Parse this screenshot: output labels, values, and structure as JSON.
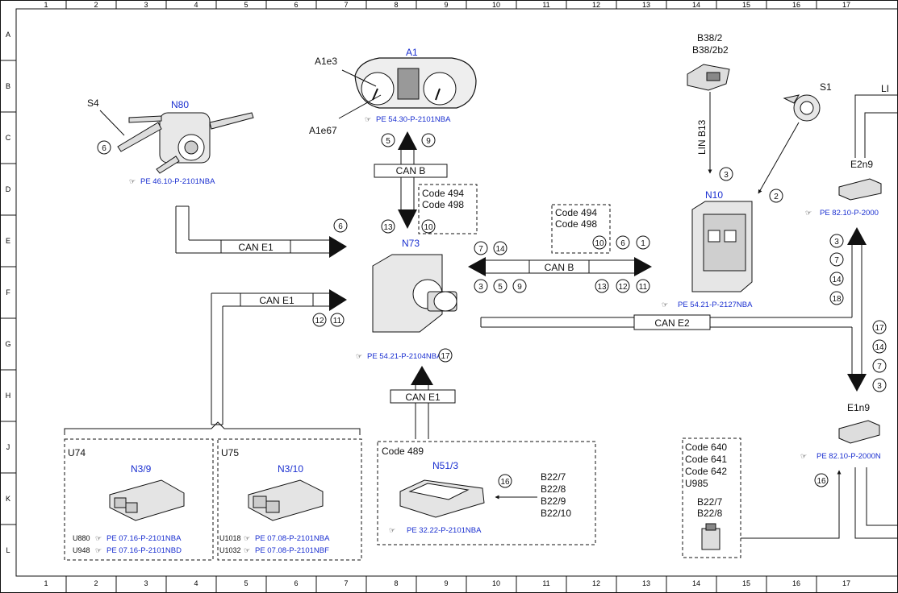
{
  "grid": {
    "columns": [
      "1",
      "2",
      "3",
      "4",
      "5",
      "6",
      "7",
      "8",
      "9",
      "10",
      "11",
      "12",
      "13",
      "14",
      "15",
      "16",
      "17"
    ],
    "rows": [
      "A",
      "B",
      "C",
      "D",
      "E",
      "F",
      "G",
      "H",
      "J",
      "K",
      "L"
    ]
  },
  "components": {
    "A1": {
      "name": "A1",
      "ref": "PE 54.30-P-2101NBA"
    },
    "A1e3": "A1e3",
    "A1e67": "A1e67",
    "N80": {
      "name": "N80",
      "ref": "PE 46.10-P-2101NBA"
    },
    "S4": "S4",
    "N73": {
      "name": "N73",
      "ref": "PE 54.21-P-2104NBA"
    },
    "N10": {
      "name": "N10",
      "ref": "PE 54.21-P-2127NBA"
    },
    "B38": [
      "B38/2",
      "B38/2b2"
    ],
    "S1": "S1",
    "E2n9": {
      "name": "E2n9",
      "ref": "PE 82.10-P-2000"
    },
    "E1n9": {
      "name": "E1n9",
      "ref": "PE 82.10-P-2000N"
    },
    "U74": {
      "name": "U74",
      "module": "N3/9",
      "refs": [
        {
          "code": "U880",
          "ref": "PE 07.16-P-2101NBA"
        },
        {
          "code": "U948",
          "ref": "PE 07.16-P-2101NBD"
        }
      ]
    },
    "U75": {
      "name": "U75",
      "module": "N3/10",
      "refs": [
        {
          "code": "U1018",
          "ref": "PE 07.08-P-2101NBA"
        },
        {
          "code": "U1032",
          "ref": "PE 07.08-P-2101NBF"
        }
      ]
    },
    "N51": {
      "code": "Code 489",
      "module": "N51/3",
      "ref": "PE 32.22-P-2101NBA",
      "sensors": [
        "B22/7",
        "B22/8",
        "B22/9",
        "B22/10"
      ]
    },
    "codes_box": {
      "lines": [
        "Code 640",
        "Code 641",
        "Code 642",
        "U985"
      ],
      "sensors": [
        "B22/7",
        "B22/8"
      ]
    }
  },
  "buses": {
    "can_b_top": "CAN B",
    "can_b_right": "CAN B",
    "can_e1_left": "CAN E1",
    "can_e1_mid": "CAN E1",
    "can_e1_bottom": "CAN E1",
    "can_e2": "CAN E2",
    "lin_b13": "LIN B13",
    "lin_right": "LI"
  },
  "code_boxes": {
    "center": [
      "Code 494",
      "Code 498"
    ],
    "right": [
      "Code 494",
      "Code 498"
    ]
  },
  "circles": {
    "a1_up": [
      "5",
      "9"
    ],
    "n73_top": [
      "13",
      "10"
    ],
    "can_e1_top": "6",
    "can_e1_mid": [
      "12",
      "11"
    ],
    "can_b_right_top_left": [
      "7",
      "14"
    ],
    "can_b_right_top_right": [
      "10",
      "6",
      "1"
    ],
    "can_b_right_bottom_left": [
      "3",
      "5",
      "9"
    ],
    "can_b_right_bottom_right": [
      "13",
      "12",
      "11"
    ],
    "n73_bottom": "17",
    "s4": "6",
    "lin_b13": "3",
    "s1": "2",
    "e2n9_side": [
      "3",
      "7",
      "14",
      "18"
    ],
    "e1n9_side": [
      "17",
      "14",
      "7",
      "3"
    ],
    "n51": "16",
    "e1n9_bottom": "16"
  },
  "colors": {
    "accent": "#1a2fd0",
    "line": "#111111"
  }
}
